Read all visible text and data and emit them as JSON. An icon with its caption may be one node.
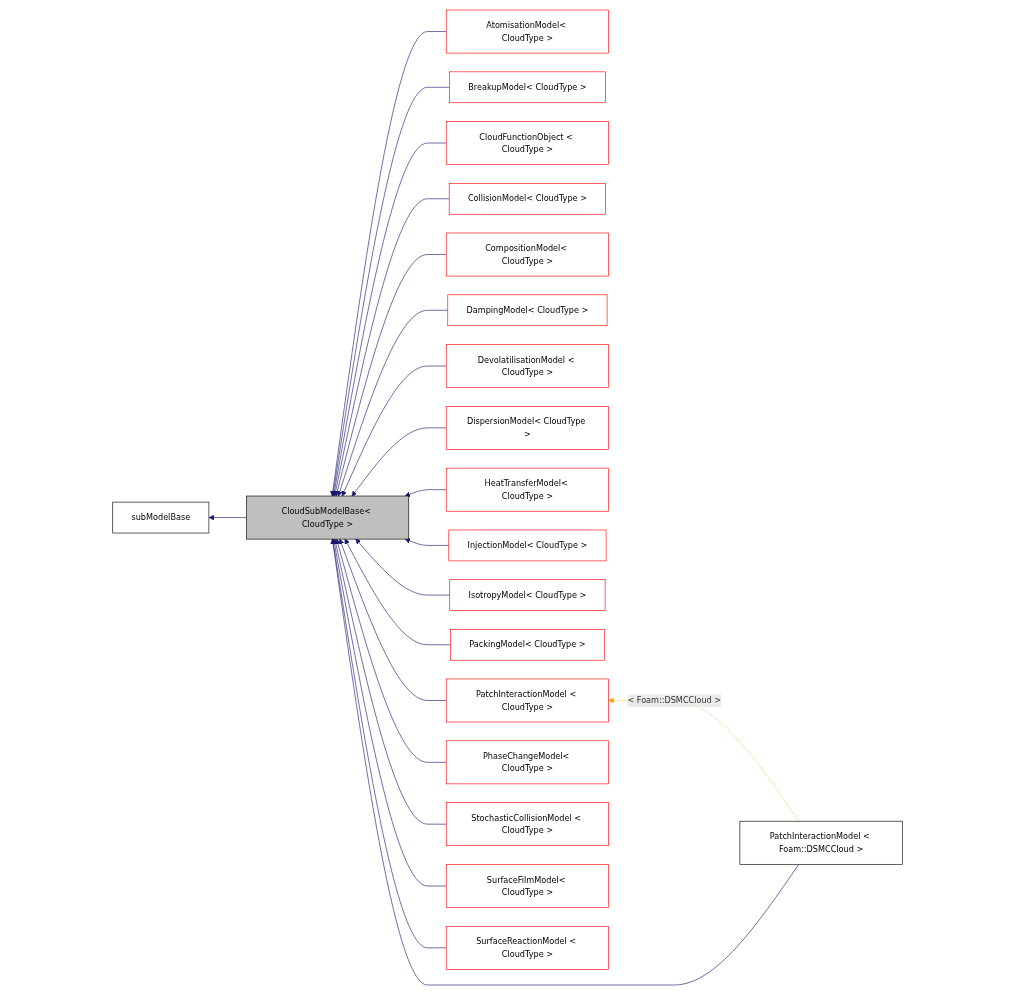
{
  "diagram": {
    "nodes": [
      {
        "text": [
          "subModelBase"
        ]
      },
      {
        "text": [
          "CloudSubModelBase< CloudType >"
        ]
      },
      {
        "text": [
          "AtomisationModel< CloudType >"
        ]
      },
      {
        "text": [
          "BreakupModel< CloudType >"
        ]
      },
      {
        "text": [
          "CloudFunctionObject < CloudType >"
        ]
      },
      {
        "text": [
          "CollisionModel< CloudType >"
        ]
      },
      {
        "text": [
          "CompositionModel< CloudType >"
        ]
      },
      {
        "text": [
          "DampingModel< CloudType >"
        ]
      },
      {
        "text": [
          "DevolatilisationModel < CloudType >"
        ]
      },
      {
        "text": [
          "DispersionModel< CloudType >"
        ]
      },
      {
        "text": [
          "HeatTransferModel< CloudType >"
        ]
      },
      {
        "text": [
          "InjectionModel< CloudType >"
        ]
      },
      {
        "text": [
          "IsotropyModel< CloudType >"
        ]
      },
      {
        "text": [
          "PackingModel< CloudType >"
        ]
      },
      {
        "text": [
          "PatchInteractionModel < CloudType >"
        ]
      },
      {
        "text": [
          "PhaseChangeModel< CloudType >"
        ]
      },
      {
        "text": [
          "StochasticCollisionModel < CloudType >"
        ]
      },
      {
        "text": [
          "SurfaceFilmModel< CloudType >"
        ]
      },
      {
        "text": [
          "SurfaceReactionModel < CloudType >"
        ]
      },
      {
        "text": [
          "PatchInteractionModel < Foam::DSMCCloud >"
        ]
      }
    ],
    "edges": [
      {
        "from": 1,
        "to": 0,
        "arrow": "to"
      },
      {
        "from": 2,
        "to": 1,
        "arrow": "to"
      },
      {
        "from": 3,
        "to": 1,
        "arrow": "to"
      },
      {
        "from": 4,
        "to": 1,
        "arrow": "to"
      },
      {
        "from": 5,
        "to": 1,
        "arrow": "to"
      },
      {
        "from": 6,
        "to": 1,
        "arrow": "to"
      },
      {
        "from": 7,
        "to": 1,
        "arrow": "to"
      },
      {
        "from": 8,
        "to": 1,
        "arrow": "to"
      },
      {
        "from": 9,
        "to": 1,
        "arrow": "to"
      },
      {
        "from": 10,
        "to": 1,
        "arrow": "to"
      },
      {
        "from": 11,
        "to": 1,
        "arrow": "to"
      },
      {
        "from": 12,
        "to": 1,
        "arrow": "to"
      },
      {
        "from": 13,
        "to": 1,
        "arrow": "to"
      },
      {
        "from": 14,
        "to": 1,
        "arrow": "to"
      },
      {
        "from": 15,
        "to": 1,
        "arrow": "to"
      },
      {
        "from": 16,
        "to": 1,
        "arrow": "to"
      },
      {
        "from": 17,
        "to": 1,
        "arrow": "to"
      },
      {
        "from": 18,
        "to": 1,
        "arrow": "to"
      },
      {
        "from": 19,
        "to": 1,
        "arrow": "to"
      },
      {
        "from": 19,
        "to": 14,
        "arrow": "to",
        "label": "< Foam::DSMCCloud >",
        "style": "dashed",
        "color": "#ffa500"
      }
    ]
  }
}
